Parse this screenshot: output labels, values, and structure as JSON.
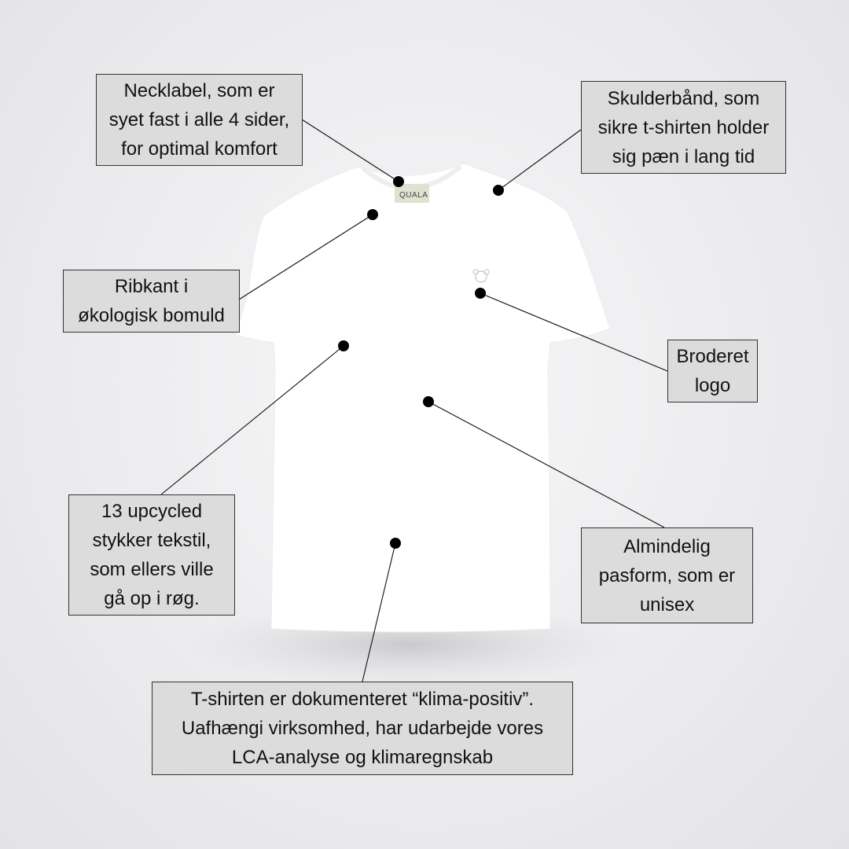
{
  "neck_label_text": "QUALA",
  "callouts": {
    "necklabel": [
      "Necklabel, som er",
      "syet fast i alle 4 sider,",
      "for optimal komfort"
    ],
    "skulderband": [
      "Skulderbånd, som",
      "sikre t-shirten holder",
      "sig pæn i lang tid"
    ],
    "ribkant": [
      "Ribkant i",
      "økologisk bomuld"
    ],
    "logo": [
      "Broderet",
      "logo"
    ],
    "upcycled": [
      "13 upcycled",
      "stykker tekstil,",
      "som ellers ville",
      "gå op i røg."
    ],
    "pasform": [
      "Almindelig",
      "pasform, som er",
      "unisex"
    ],
    "klima": [
      "T-shirten er dokumenteret  “klima-positiv”.",
      "Uafhængi virksomhed, har udarbejde vores",
      "LCA-analyse og klimaregnskab"
    ]
  },
  "colors": {
    "box_fill": "#dcdcdc",
    "box_border": "#333333",
    "dot": "#000000"
  }
}
